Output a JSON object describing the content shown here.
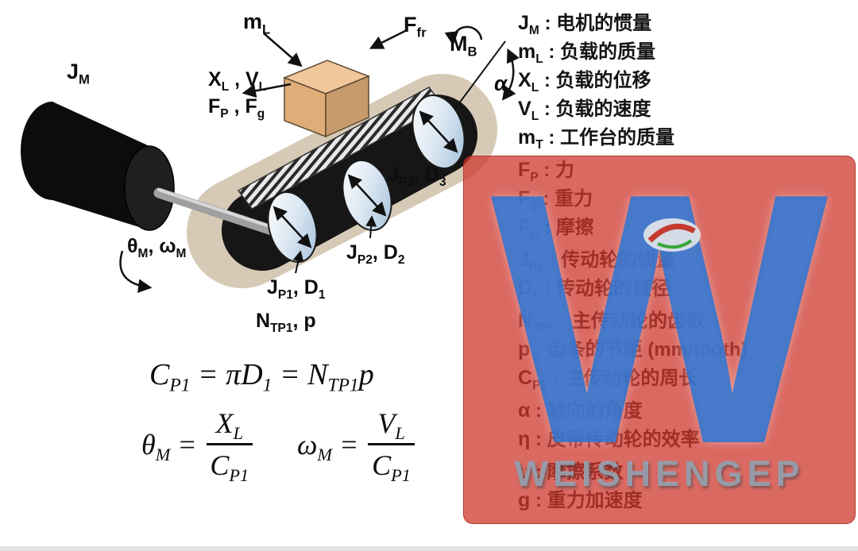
{
  "page": {
    "bg": "#ffffff"
  },
  "colors": {
    "watermark_red": "#cd372d",
    "watermark_blue": "#2373d7",
    "belt_beige": "#d6cab6",
    "belt_dark": "#161616",
    "box_tan": "#e0ad79",
    "pulley_blue": "#c7daea",
    "text": "#111111"
  },
  "diagram": {
    "labels": {
      "jm": [
        [
          "n",
          "J"
        ],
        [
          "s",
          "M"
        ]
      ],
      "ml": [
        [
          "n",
          "m"
        ],
        [
          "s",
          "L"
        ]
      ],
      "ffr": [
        [
          "n",
          "F"
        ],
        [
          "s",
          "fr"
        ]
      ],
      "mb": [
        [
          "n",
          "M"
        ],
        [
          "s",
          "B"
        ]
      ],
      "xlvl": [
        [
          "n",
          "X"
        ],
        [
          "s",
          "L"
        ],
        [
          "n",
          " , V"
        ],
        [
          "s",
          "L"
        ]
      ],
      "fpfg": [
        [
          "n",
          "F"
        ],
        [
          "s",
          "P"
        ],
        [
          "n",
          " , F"
        ],
        [
          "s",
          "g"
        ]
      ],
      "alpha": [
        [
          "n",
          "α"
        ]
      ],
      "jp3": [
        [
          "n",
          "J"
        ],
        [
          "s",
          "P3"
        ],
        [
          "n",
          ", D"
        ],
        [
          "s",
          "3"
        ]
      ],
      "jp2": [
        [
          "n",
          "J"
        ],
        [
          "s",
          "P2"
        ],
        [
          "n",
          ", D"
        ],
        [
          "s",
          "2"
        ]
      ],
      "jp1": [
        [
          "n",
          "J"
        ],
        [
          "s",
          "P1"
        ],
        [
          "n",
          ", D"
        ],
        [
          "s",
          "1"
        ]
      ],
      "ntp1": [
        [
          "n",
          "N"
        ],
        [
          "s",
          "TP1"
        ],
        [
          "n",
          ", p"
        ]
      ],
      "thetaomega": [
        [
          "n",
          "θ"
        ],
        [
          "s",
          "M"
        ],
        [
          "n",
          ", ω"
        ],
        [
          "s",
          "M"
        ]
      ]
    },
    "equations": {
      "eq1": [
        [
          "n",
          "C"
        ],
        [
          "s",
          "P1"
        ],
        [
          "n",
          " = πD"
        ],
        [
          "s",
          "1"
        ],
        [
          "n",
          " = N"
        ],
        [
          "s",
          "TP1"
        ],
        [
          "n",
          "p"
        ]
      ],
      "eq2_lhs": [
        [
          "n",
          "θ"
        ],
        [
          "s",
          "M"
        ],
        [
          "n",
          " ="
        ]
      ],
      "eq2_num": [
        [
          "n",
          "X"
        ],
        [
          "s",
          "L"
        ]
      ],
      "eq2_den": [
        [
          "n",
          "C"
        ],
        [
          "s",
          "P1"
        ]
      ],
      "eq3_lhs": [
        [
          "n",
          "ω"
        ],
        [
          "s",
          "M"
        ],
        [
          "n",
          " ="
        ]
      ],
      "eq3_num": [
        [
          "n",
          "V"
        ],
        [
          "s",
          "L"
        ]
      ],
      "eq3_den": [
        [
          "n",
          "C"
        ],
        [
          "s",
          "P1"
        ]
      ]
    }
  },
  "legend": {
    "separator": " : ",
    "items": [
      {
        "sym": [
          [
            "n",
            "J"
          ],
          [
            "s",
            "M"
          ]
        ],
        "desc": "电机的惯量"
      },
      {
        "sym": [
          [
            "n",
            "m"
          ],
          [
            "s",
            "L"
          ]
        ],
        "desc": "负载的质量"
      },
      {
        "sym": [
          [
            "n",
            "X"
          ],
          [
            "s",
            "L"
          ]
        ],
        "desc": "负载的位移"
      },
      {
        "sym": [
          [
            "n",
            "V"
          ],
          [
            "s",
            "L"
          ]
        ],
        "desc": "负载的速度"
      },
      {
        "sym": [
          [
            "n",
            "m"
          ],
          [
            "s",
            "T"
          ]
        ],
        "desc": "工作台的质量"
      },
      {
        "sym": [
          [
            "n",
            "F"
          ],
          [
            "s",
            "P"
          ]
        ],
        "desc": "力"
      },
      {
        "sym": [
          [
            "n",
            "F"
          ],
          [
            "s",
            "g"
          ]
        ],
        "desc": "重力"
      },
      {
        "sym": [
          [
            "n",
            "F"
          ],
          [
            "s",
            "fr"
          ]
        ],
        "desc": "摩擦"
      },
      {
        "sym": [
          [
            "n",
            "J"
          ],
          [
            "s",
            "Px"
          ]
        ],
        "desc": "传动轮的惯量"
      },
      {
        "sym": [
          [
            "n",
            "D"
          ],
          [
            "s",
            "x"
          ]
        ],
        "desc": "传动轮的直径"
      },
      {
        "sym": [
          [
            "n",
            "N"
          ],
          [
            "s",
            "TP1"
          ]
        ],
        "desc": "主传动轮的齿数"
      },
      {
        "sym": [
          [
            "n",
            "p"
          ]
        ],
        "desc": "齿条的节距 (mm/tooth)"
      },
      {
        "sym": [
          [
            "n",
            "C"
          ],
          [
            "s",
            "P1"
          ]
        ],
        "desc": "主传动轮的周长"
      },
      {
        "sym": [
          [
            "n",
            "α"
          ]
        ],
        "desc": "轴向的角度"
      },
      {
        "sym": [
          [
            "n",
            "η"
          ]
        ],
        "desc": "皮带传动轮的效率"
      },
      {
        "sym": [
          [
            "n",
            "μ"
          ]
        ],
        "desc": "摩擦系数"
      },
      {
        "sym": [
          [
            "n",
            "g"
          ]
        ],
        "desc": "重力加速度"
      }
    ]
  },
  "watermark": {
    "letter": "W",
    "brand": "WEISHENGEP"
  }
}
